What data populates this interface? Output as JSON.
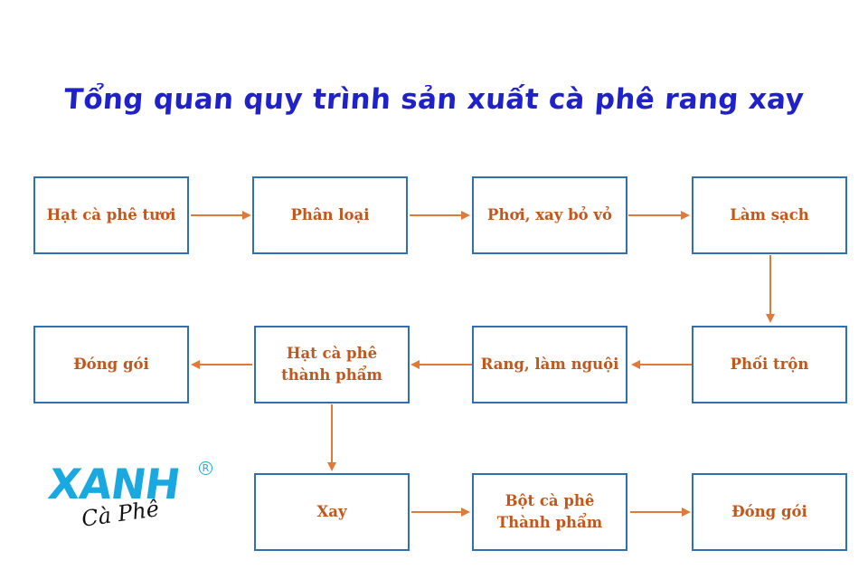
{
  "title": "Tổng quan quy trình sản xuất cà phê rang xay",
  "steps": {
    "hat_ca_phe_tuoi": "Hạt cà phê tươi",
    "phan_loai": "Phân loại",
    "phoi_xay_bo_vo": "Phơi, xay bỏ vỏ",
    "lam_sach": "Làm sạch",
    "phoi_tron": "Phối trộn",
    "rang_lam_nguoi": "Rang, làm nguội",
    "hat_thanh_pham": "Hạt cà phê\nthành phẩm",
    "dong_goi_1": "Đóng gói",
    "xay": "Xay",
    "bot_thanh_pham": "Bột cà phê\nThành phẩm",
    "dong_goi_2": "Đóng gói"
  },
  "logo": {
    "brand": "XANH",
    "sub": "Cà Phê",
    "registered": "R"
  },
  "colors": {
    "title": "#1f22c9",
    "box_border": "#2f6fb3",
    "box_text": "#c2571c",
    "arrow": "#e07a3a",
    "logo": "#1aa8e0"
  }
}
